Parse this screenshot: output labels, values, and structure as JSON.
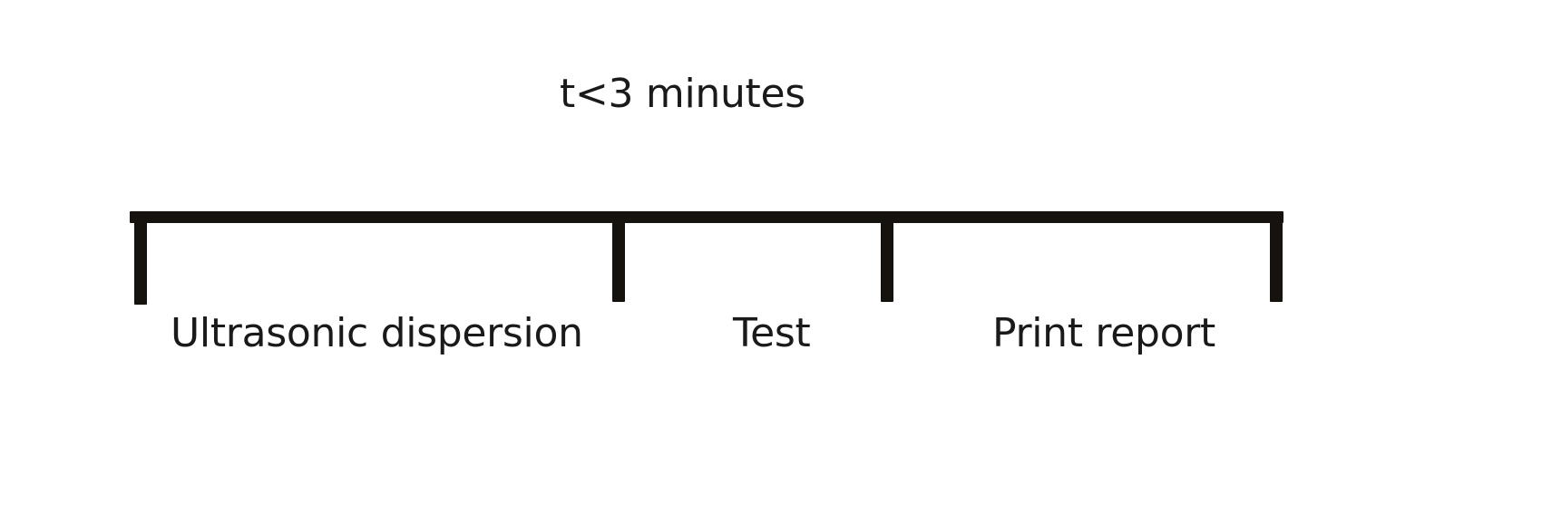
{
  "colors": {
    "bg": "#ffffff",
    "ink": "#1a1a1a",
    "line": "#16120e"
  },
  "diagram": {
    "type": "process-timeline",
    "title": "t<3 minutes",
    "stages": [
      {
        "label": "Ultrasonic dispersion"
      },
      {
        "label": "Test"
      },
      {
        "label": "Print report"
      }
    ]
  }
}
